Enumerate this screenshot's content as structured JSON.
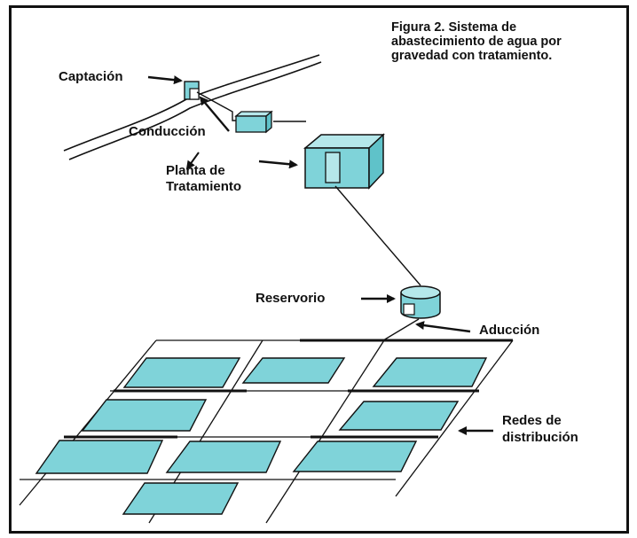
{
  "figure": {
    "title_lines": [
      "Figura 2. Sistema de",
      "abastecimiento de agua por",
      "gravedad con tratamiento."
    ]
  },
  "labels": {
    "captacion": "Captación",
    "conduccion": "Conducción",
    "planta_line1": "Planta de",
    "planta_line2": "Tratamiento",
    "reservorio": "Reservorio",
    "aduccion": "Aducción",
    "redes_line1": "Redes de",
    "redes_line2": "distribución"
  },
  "colors": {
    "water_fill": "#7fd3d9",
    "line": "#111111",
    "background": "#ffffff"
  }
}
